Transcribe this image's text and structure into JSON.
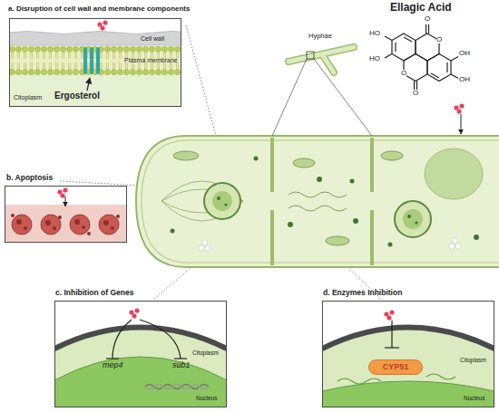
{
  "diagram": {
    "title": "Ellagic Acid",
    "nodes": [
      {
        "text": [
          "a. Disruption of cell wall and membrane components"
        ]
      },
      {
        "text": [
          "b. Apoptosis"
        ]
      },
      {
        "text": [
          "c. Inhibition of Genes"
        ]
      },
      {
        "text": [
          "d. Enzymes Inhibition"
        ]
      },
      {
        "text": [
          "CYP51"
        ],
        "in": 3
      }
    ],
    "labels": [
      "Cell wall",
      "Plasma membrane",
      "Citoplasm",
      "Ergosterol",
      "Hyphae",
      "mep4",
      "sub1",
      "Citoplasm",
      "Nucleus",
      "Citoplasm",
      "Nucleus",
      "HO",
      "HO",
      "OH",
      "OH",
      "O",
      "O",
      "O",
      "O"
    ]
  }
}
